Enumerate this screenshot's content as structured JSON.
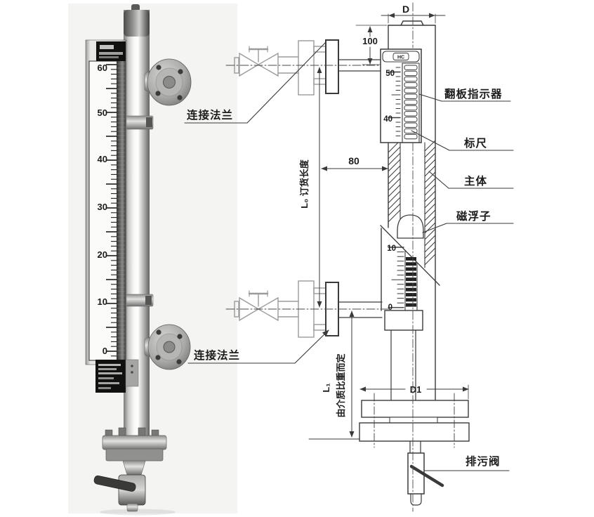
{
  "colors": {
    "line_ink": "#3a3a3a",
    "light_line": "#9b9b99",
    "label_text": "#1c1c1c",
    "photo_background": "#f4f4f2",
    "flapper_dark": "#222222"
  },
  "photo": {
    "scale_labels": [
      "60",
      "50",
      "40",
      "30",
      "20",
      "10",
      "0"
    ]
  },
  "drawing": {
    "badge_text": "HC",
    "upper_scale_labels": [
      "50",
      "40"
    ],
    "lower_scale_labels": [
      "10",
      "0"
    ],
    "dimensions": {
      "top_diameter": "D",
      "top_offset": "100",
      "flange_offset": "80",
      "bottom_diameter": "D1",
      "order_length": "L₀ 订货长度",
      "l1_symbol": "L₁",
      "l1_note": "由介质比重而定"
    },
    "part_labels": {
      "top_flange": "连接法兰",
      "bottom_flange": "连接法兰",
      "flap_indicator": "翻板指示器",
      "ruler": "标尺",
      "main_body": "主体",
      "magnetic_float": "磁浮子",
      "drain_valve": "排污阀"
    }
  }
}
